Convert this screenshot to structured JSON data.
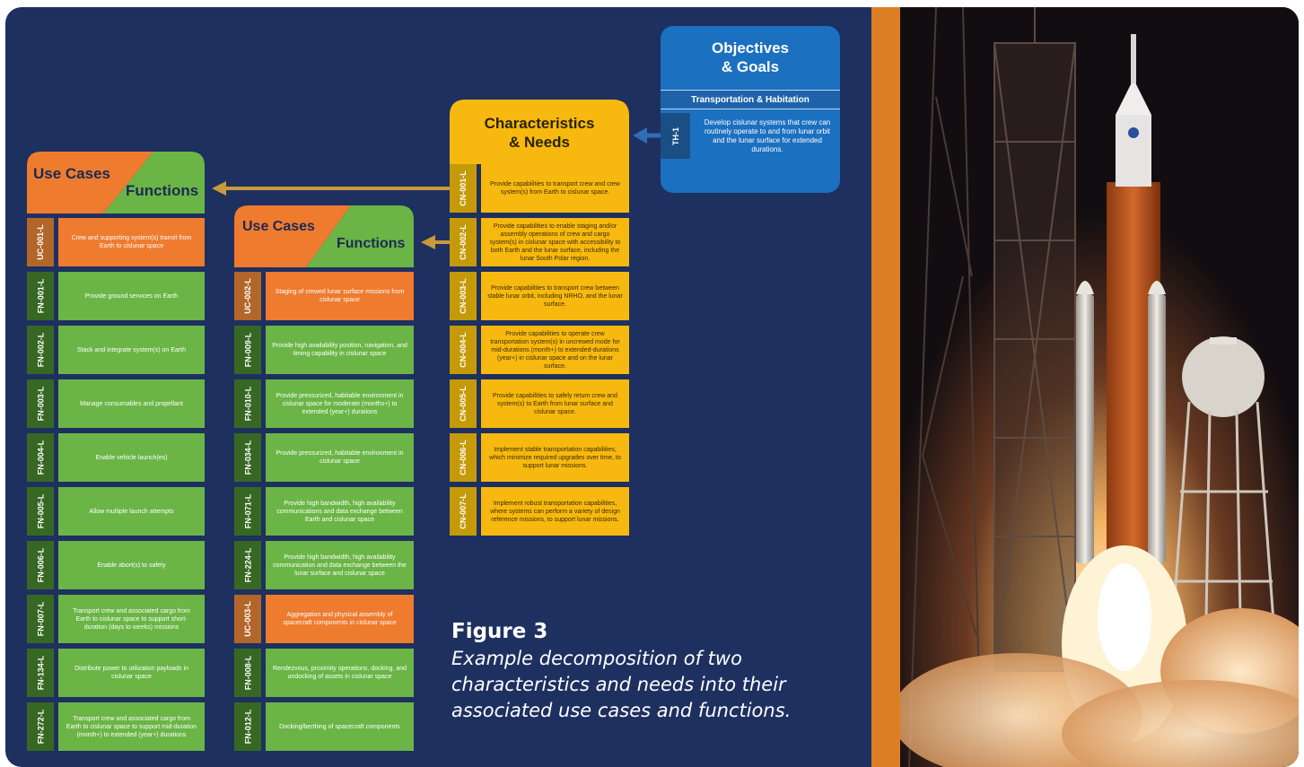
{
  "objectives": {
    "title_line1": "Objectives",
    "title_line2": "& Goals",
    "subtitle": "Transportation & Habitation",
    "code": "TH-1",
    "text": "Develop cislunar systems that crew can routinely operate to and from lunar orbit and the lunar surface for extended durations.",
    "more": "•••"
  },
  "characteristics": {
    "title_line1": "Characteristics",
    "title_line2": "& Needs",
    "items": [
      {
        "code": "CN-001-L",
        "text": "Provide capabilities to transport crew and crew system(s) from Earth to cislunar space."
      },
      {
        "code": "CN-002-L",
        "text": "Provide capabilities to enable staging and/or assembly operations of crew and cargo system(s) in cislunar space with accessibility to both Earth and the lunar surface, including the lunar South Polar region."
      },
      {
        "code": "CN-003-L",
        "text": "Provide capabilities to transport crew between stable lunar orbit, including NRHO, and the lunar surface."
      },
      {
        "code": "CN-004-L",
        "text": "Provide capabilities to operate crew transportation system(s) in uncrewed mode for mid-durations (month+) to extended-durations (year+) in cislunar space and on the lunar surface."
      },
      {
        "code": "CN-005-L",
        "text": "Provide capabilities to safely return crew and system(s) to Earth from lunar surface and cislunar space."
      },
      {
        "code": "CN-006-L",
        "text": "Implement stable transportation capabilities, which minimize required upgrades over time, to support lunar missions."
      },
      {
        "code": "CN-007-L",
        "text": "Implement robust transportation capabilities, where systems can perform a variety of design reference missions, to support lunar missions."
      }
    ]
  },
  "column1": {
    "use_cases_label": "Use Cases",
    "functions_label": "Functions",
    "items": [
      {
        "type": "uc",
        "code": "UC-001-L",
        "text": "Crew and supporting system(s) transit from Earth to cislunar space"
      },
      {
        "type": "fn",
        "code": "FN-001-L",
        "text": "Provide ground services on Earth"
      },
      {
        "type": "fn",
        "code": "FN-002-L",
        "text": "Stack and integrate system(s) on Earth"
      },
      {
        "type": "fn",
        "code": "FN-003-L",
        "text": "Manage consumables and propellant"
      },
      {
        "type": "fn",
        "code": "FN-004-L",
        "text": "Enable vehicle launch(es)"
      },
      {
        "type": "fn",
        "code": "FN-005-L",
        "text": "Allow multiple launch attempts"
      },
      {
        "type": "fn",
        "code": "FN-006-L",
        "text": "Enable abort(s) to safety"
      },
      {
        "type": "fn",
        "code": "FN-007-L",
        "text": "Transport crew and associated cargo from Earth to cislunar space to support short-duration (days to weeks) missions"
      },
      {
        "type": "fn",
        "code": "FN-134-L",
        "text": "Distribute power to utilization payloads in cislunar space"
      },
      {
        "type": "fn",
        "code": "FN-272-L",
        "text": "Transport crew and associated cargo from Earth to cislunar space to support mid-duration (month+) to extended (year+) durations"
      }
    ]
  },
  "column2": {
    "use_cases_label": "Use Cases",
    "functions_label": "Functions",
    "items": [
      {
        "type": "uc",
        "code": "UC-002-L",
        "text": "Staging of crewed lunar surface missions from cislunar space"
      },
      {
        "type": "fn",
        "code": "FN-009-L",
        "text": "Provide high availability position, navigation, and timing capability in cislunar space"
      },
      {
        "type": "fn",
        "code": "FN-010-L",
        "text": "Provide pressurized, habitable environment in cislunar space for moderate (months+) to extended (year+) durations"
      },
      {
        "type": "fn",
        "code": "FN-034-L",
        "text": "Provide pressurized, habitable environment in cislunar space"
      },
      {
        "type": "fn",
        "code": "FN-071-L",
        "text": "Provide high bandwidth, high availability communications and data exchange between Earth and cislunar space"
      },
      {
        "type": "fn",
        "code": "FN-224-L",
        "text": "Provide high bandwidth, high availability communication and data exchange between the lunar surface and cislunar space"
      },
      {
        "type": "uc",
        "code": "UC-003-L",
        "text": "Aggregation and physical assembly of spacecraft components in cislunar space"
      },
      {
        "type": "fn",
        "code": "FN-008-L",
        "text": "Rendezvous, proximity operations, docking, and undocking of assets in cislunar space"
      },
      {
        "type": "fn",
        "code": "FN-012-L",
        "text": "Docking/berthing of spacecraft components"
      }
    ]
  },
  "figure": {
    "label": "Figure 3",
    "caption": "Example decomposition of two characteristics and needs into their associated use cases and functions."
  },
  "colors": {
    "background": "#1e3060",
    "characteristics": "#f7b90f",
    "use_case": "#ee7b2e",
    "function": "#6ab545",
    "objectives": "#1b70c0",
    "arrow": "#c89a3a",
    "accent_stripe": "#dc7f24"
  }
}
